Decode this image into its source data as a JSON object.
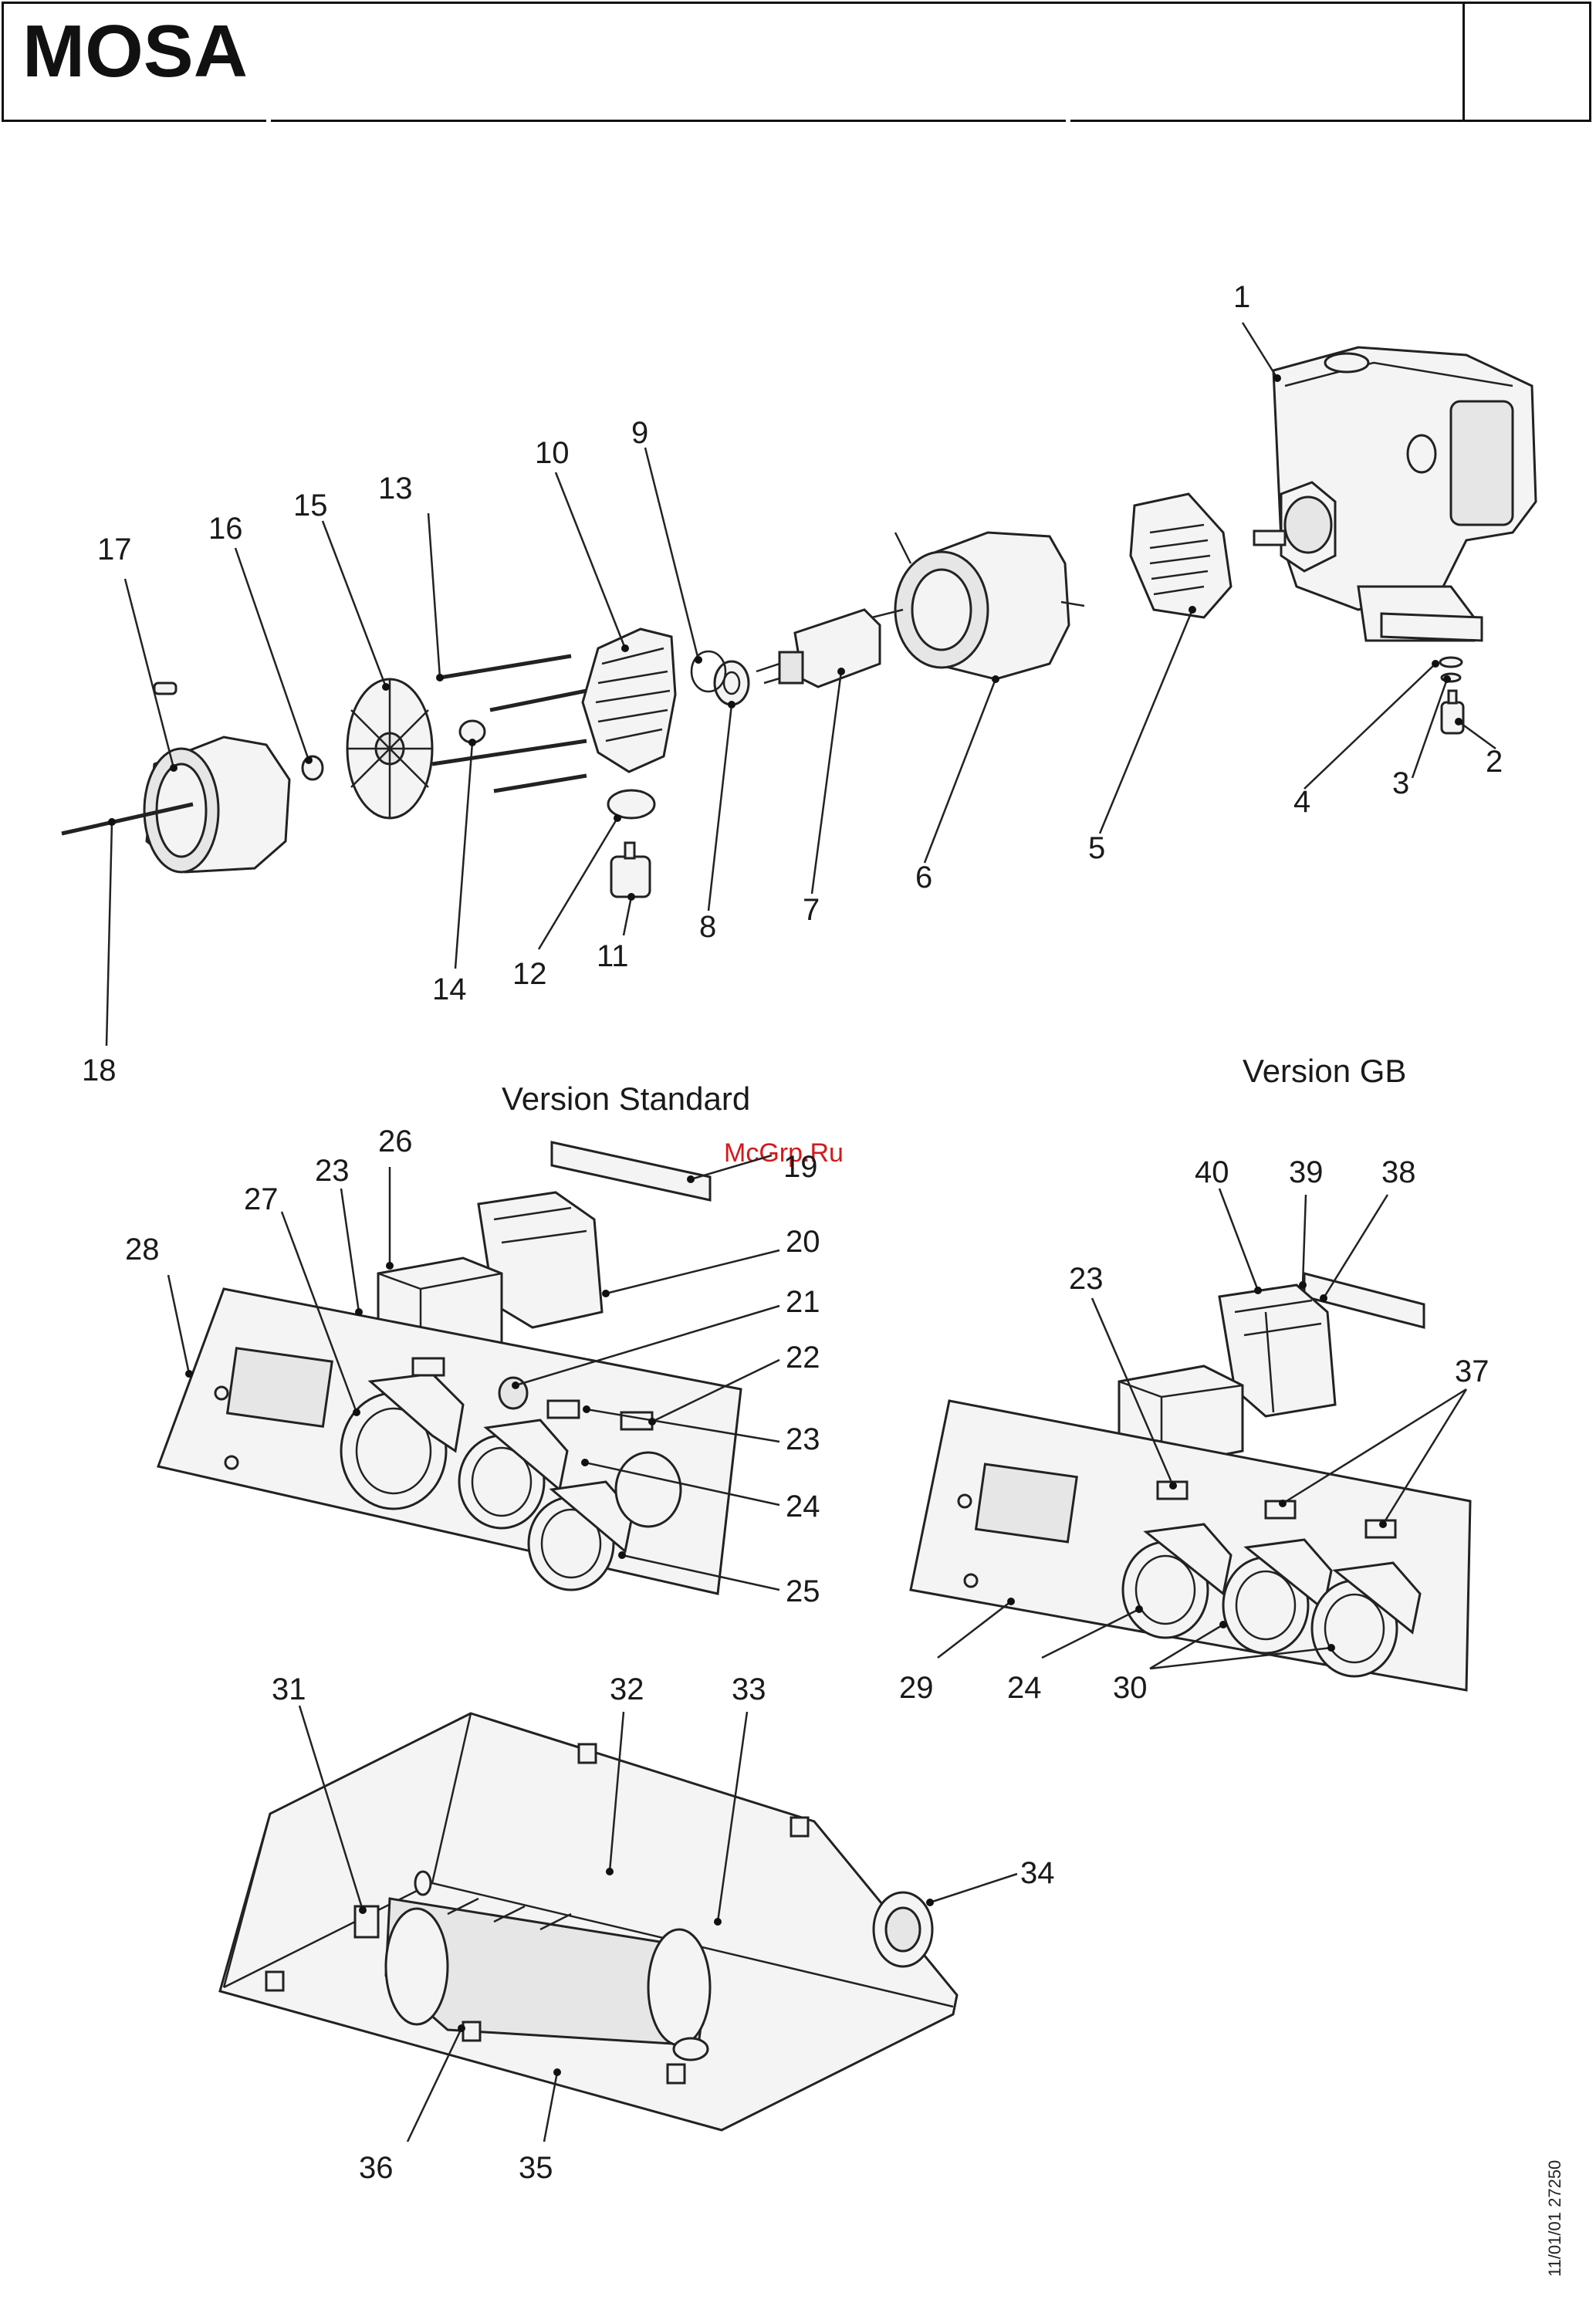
{
  "header": {
    "logo_text": "MOSA"
  },
  "sections": {
    "version_standard": "Version Standard",
    "version_gb": "Version GB"
  },
  "watermark": "McGrp.Ru",
  "doc_code": "11/01/01  27250",
  "callouts": [
    {
      "id": "c1",
      "text": "1"
    },
    {
      "id": "c2",
      "text": "2"
    },
    {
      "id": "c3",
      "text": "3"
    },
    {
      "id": "c4",
      "text": "4"
    },
    {
      "id": "c5",
      "text": "5"
    },
    {
      "id": "c6",
      "text": "6"
    },
    {
      "id": "c7",
      "text": "7"
    },
    {
      "id": "c8",
      "text": "8"
    },
    {
      "id": "c9",
      "text": "9"
    },
    {
      "id": "c10",
      "text": "10"
    },
    {
      "id": "c11",
      "text": "11"
    },
    {
      "id": "c12",
      "text": "12"
    },
    {
      "id": "c13",
      "text": "13"
    },
    {
      "id": "c14",
      "text": "14"
    },
    {
      "id": "c15",
      "text": "15"
    },
    {
      "id": "c16",
      "text": "16"
    },
    {
      "id": "c17",
      "text": "17"
    },
    {
      "id": "c18",
      "text": "18"
    },
    {
      "id": "c19",
      "text": "19"
    },
    {
      "id": "c20",
      "text": "20"
    },
    {
      "id": "c21",
      "text": "21"
    },
    {
      "id": "c22",
      "text": "22"
    },
    {
      "id": "c23a",
      "text": "23"
    },
    {
      "id": "c23b",
      "text": "23"
    },
    {
      "id": "c23c",
      "text": "23"
    },
    {
      "id": "c24a",
      "text": "24"
    },
    {
      "id": "c24b",
      "text": "24"
    },
    {
      "id": "c25",
      "text": "25"
    },
    {
      "id": "c26",
      "text": "26"
    },
    {
      "id": "c27",
      "text": "27"
    },
    {
      "id": "c28",
      "text": "28"
    },
    {
      "id": "c29",
      "text": "29"
    },
    {
      "id": "c30",
      "text": "30"
    },
    {
      "id": "c31",
      "text": "31"
    },
    {
      "id": "c32",
      "text": "32"
    },
    {
      "id": "c33",
      "text": "33"
    },
    {
      "id": "c34",
      "text": "34"
    },
    {
      "id": "c35",
      "text": "35"
    },
    {
      "id": "c36",
      "text": "36"
    },
    {
      "id": "c37",
      "text": "37"
    },
    {
      "id": "c38",
      "text": "38"
    },
    {
      "id": "c39",
      "text": "39"
    },
    {
      "id": "c40",
      "text": "40"
    }
  ]
}
